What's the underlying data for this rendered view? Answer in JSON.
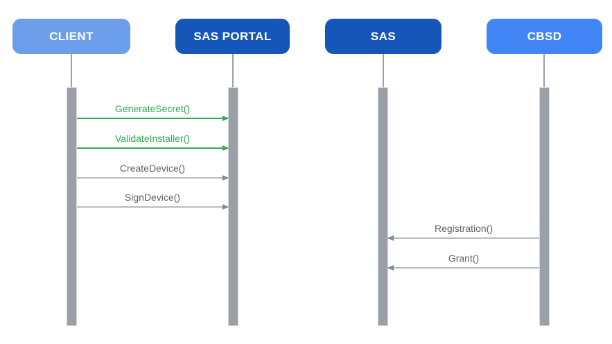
{
  "diagram": {
    "type": "sequence-diagram",
    "actors": [
      {
        "id": "client",
        "label": "CLIENT",
        "color": "#6D9EEB"
      },
      {
        "id": "sas-portal",
        "label": "SAS PORTAL",
        "color": "#1656B9"
      },
      {
        "id": "sas",
        "label": "SAS",
        "color": "#1656B9"
      },
      {
        "id": "cbsd",
        "label": "CBSD",
        "color": "#4285F4"
      }
    ],
    "messages": [
      {
        "label": "GenerateSecret()",
        "from": "CLIENT",
        "to": "SAS PORTAL",
        "direction": "right",
        "color": "#34A853"
      },
      {
        "label": "ValidateInstaller()",
        "from": "CLIENT",
        "to": "SAS PORTAL",
        "direction": "right",
        "color": "#34A853"
      },
      {
        "label": "CreateDevice()",
        "from": "CLIENT",
        "to": "SAS PORTAL",
        "direction": "right",
        "color": "#5F6368"
      },
      {
        "label": "SignDevice()",
        "from": "CLIENT",
        "to": "SAS PORTAL",
        "direction": "right",
        "color": "#5F6368"
      },
      {
        "label": "Registration()",
        "from": "CBSD",
        "to": "SAS",
        "direction": "left",
        "color": "#5F6368"
      },
      {
        "label": "Grant()",
        "from": "CBSD",
        "to": "SAS",
        "direction": "left",
        "color": "#5F6368"
      }
    ],
    "colors": {
      "lifeline_bar": "#9AA0A6",
      "lifeline_bar_border": "#D6D8DA",
      "arrow_green": "#34A853",
      "arrow_gray_line": "#B7BBBF",
      "arrow_gray_head": "#83888D"
    }
  }
}
